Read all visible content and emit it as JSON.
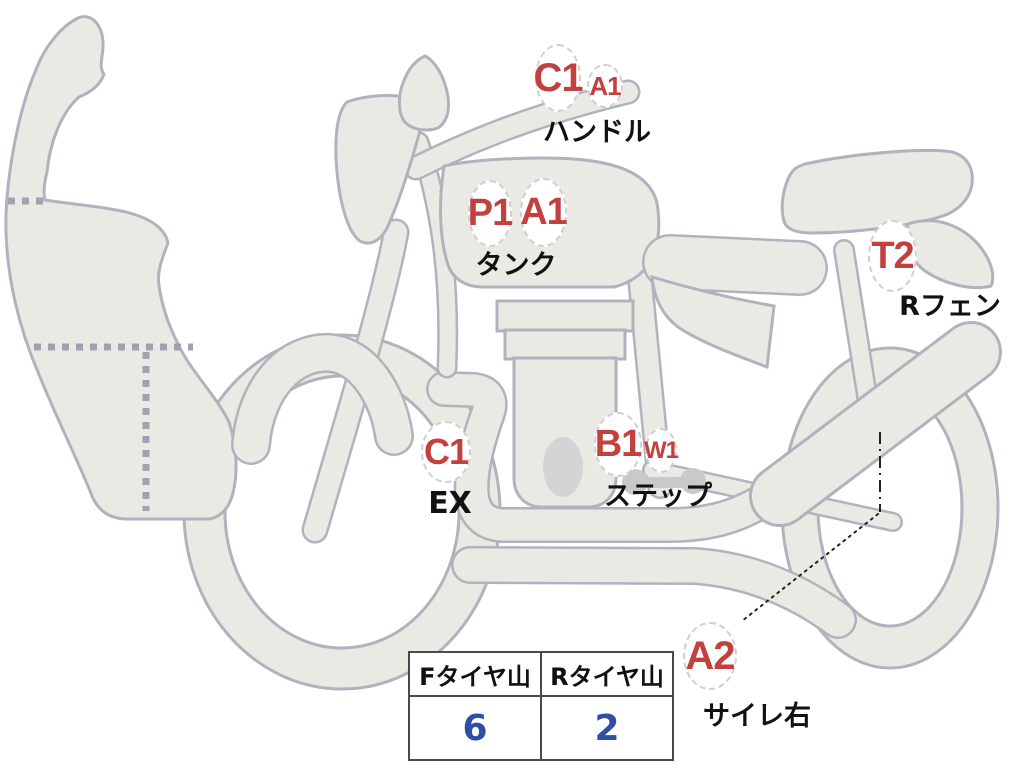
{
  "diagram": {
    "description_type": "motorcycle-condition-diagram",
    "markers": [
      {
        "part": "handlebar",
        "codes": [
          "C1",
          "A1"
        ],
        "label": "ハンドル"
      },
      {
        "part": "tank",
        "codes": [
          "P1",
          "A1"
        ],
        "label": "タンク"
      },
      {
        "part": "exhaust",
        "codes": [
          "C1"
        ],
        "label": "EX"
      },
      {
        "part": "step",
        "codes": [
          "B1",
          "W1"
        ],
        "label": "ステップ"
      },
      {
        "part": "rear-fender",
        "codes": [
          "T2"
        ],
        "label": "Rフェン"
      },
      {
        "part": "silencer-right",
        "codes": [
          "A2"
        ],
        "label": "サイレ右"
      }
    ],
    "colors": {
      "marker_text": "#c2403e",
      "label_text": "#111111",
      "bike_fill": "#eaeae4",
      "bike_outline": "#b0b3bd",
      "tire_value": "#2f4fa5"
    }
  },
  "tire_table": {
    "headers": [
      "Fタイヤ山",
      "Rタイヤ山"
    ],
    "values": [
      "6",
      "2"
    ]
  }
}
